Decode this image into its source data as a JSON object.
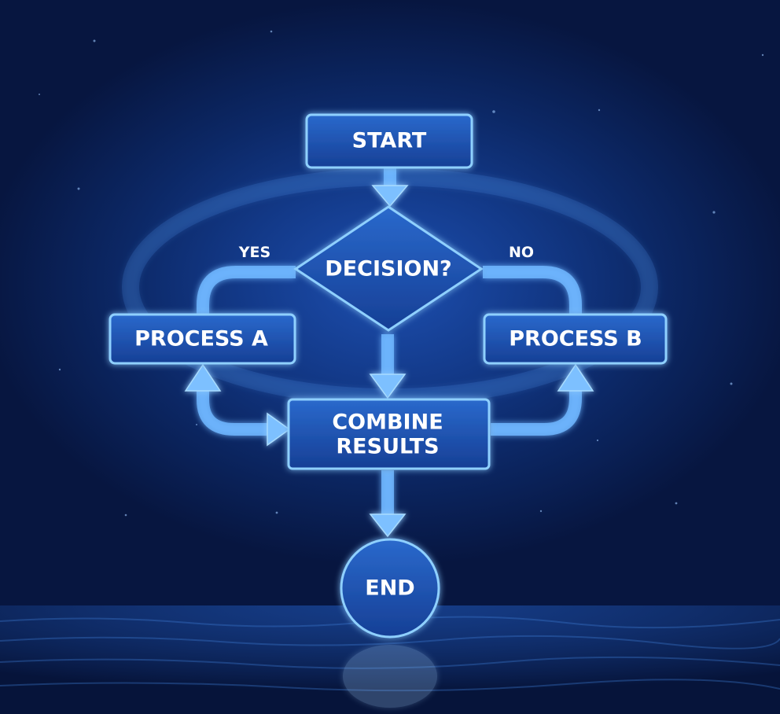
{
  "nodes": {
    "start": "START",
    "decision": "DECISION?",
    "process_a": "PROCESS A",
    "process_b": "PROCESS B",
    "combine_line1": "COMBINE",
    "combine_line2": "RESULTS",
    "end": "END"
  },
  "edge_labels": {
    "yes": "YES",
    "no": "NO"
  },
  "colors": {
    "background": "#0b1f55",
    "node_fill": "#1e56b8",
    "node_stroke": "#8fd0ff",
    "connector": "#6fb6ff",
    "text": "#ffffff"
  }
}
